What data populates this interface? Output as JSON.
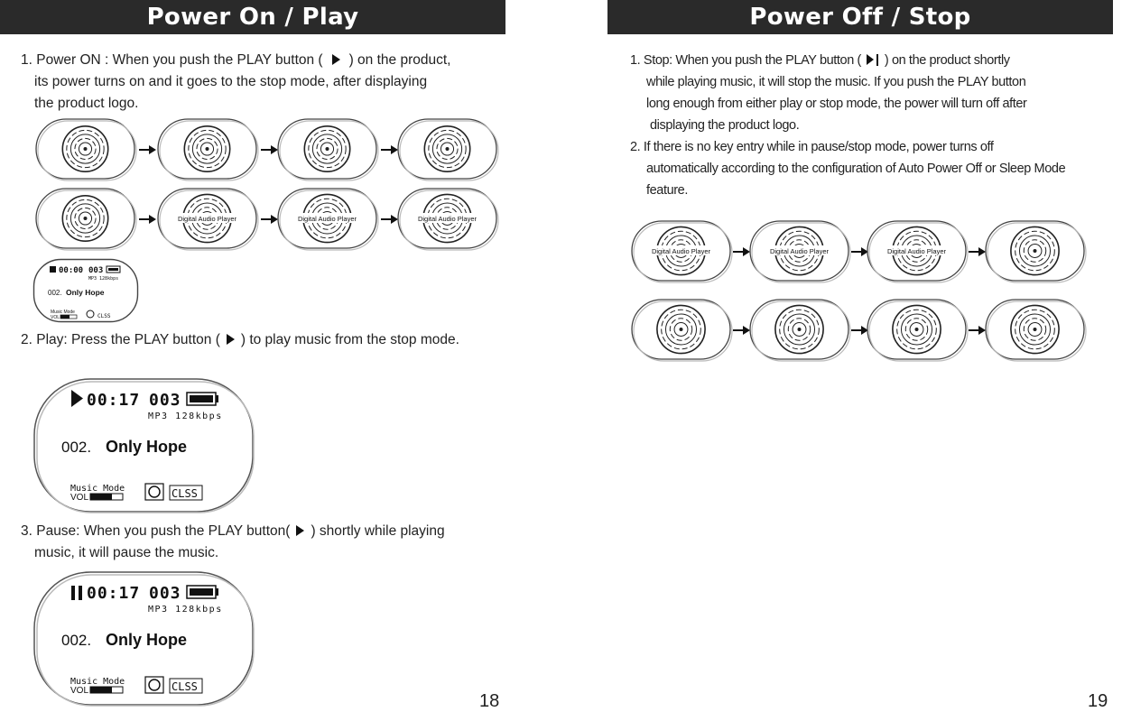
{
  "left_page": {
    "header": "Power On / Play",
    "step1": {
      "line1_pre": "1. Power ON : When you push the PLAY button (",
      "line1_post": ") on the product,",
      "line2": "its power turns on and it goes to the stop mode, after displaying",
      "line3": "the product logo."
    },
    "step1_frames": [
      "",
      "",
      "",
      "",
      "",
      "Digital Audio Player",
      "Digital Audio Player",
      "Digital Audio Player"
    ],
    "step2": {
      "pre": "2. Play: Press the PLAY button (",
      "post": ") to play music from the stop mode."
    },
    "step3": {
      "line1_pre": "3. Pause: When you push the PLAY button(",
      "line1_post": ") shortly while playing",
      "line2": "music, it will pause the music."
    },
    "small_screen": {
      "time": "00:00",
      "track": "003",
      "format": "MP3  128kbps",
      "song_no": "002.",
      "song": "Only Hope",
      "mode": "Music Mode",
      "vol": "VOL",
      "eq": "CLSS"
    },
    "play_screen": {
      "time": "00:17",
      "track": "003",
      "format": "MP3  128kbps",
      "song_no": "002.",
      "song": "Only Hope",
      "mode": "Music Mode",
      "vol": "VOL",
      "eq": "CLSS"
    },
    "pause_screen": {
      "time": "00:17",
      "track": "003",
      "format": "MP3  128kbps",
      "song_no": "002.",
      "song": "Only Hope",
      "mode": "Music Mode",
      "vol": "VOL",
      "eq": "CLSS"
    },
    "page_number": "18"
  },
  "right_page": {
    "header": "Power Off / Stop",
    "step1": {
      "line1_pre": "1. Stop: When you push the PLAY button (",
      "line1_post": ") on the product shortly",
      "line2": "while playing music, it will stop the music. If you push the PLAY button",
      "line3": "long enough from either play or stop mode, the power will turn off after",
      "line4": "displaying the product logo."
    },
    "step2": {
      "line1": "2.  If there is no key entry while in pause/stop mode, power turns off",
      "line2": "automatically according to the configuration of Auto Power Off or Sleep Mode",
      "line3": "feature."
    },
    "frames": [
      "Digital Audio Player",
      "Digital Audio Player",
      "Digital Audio Player",
      "",
      "",
      "",
      "",
      ""
    ],
    "page_number": "19"
  }
}
